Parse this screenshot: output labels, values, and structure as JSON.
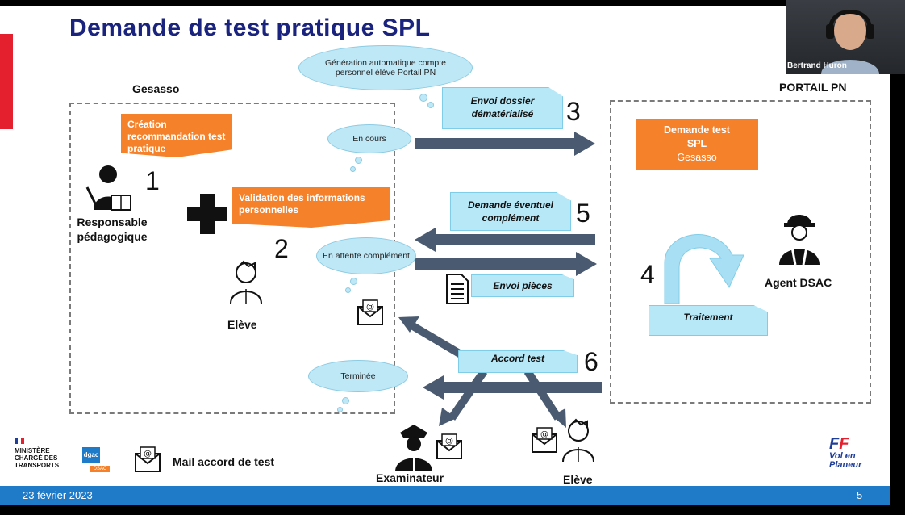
{
  "slide": {
    "title": "Demande de test pratique SPL",
    "gesasso_label": "Gesasso",
    "portail_label": "PORTAIL PN",
    "orange_boxes": {
      "creation": "Création recommandation test pratique",
      "validation": "Validation des informations personnelles",
      "demande_line1": "Demande test",
      "demande_line2": "SPL",
      "demande_line3": "Gesasso"
    },
    "clouds": {
      "generation": "Génération automatique compte personnel élève Portail PN",
      "en_cours": "En cours",
      "en_attente": "En attente complément",
      "terminee": "Terminée"
    },
    "steps": {
      "envoi_dossier": "Envoi dossier dématérialisé",
      "demande_complement": "Demande éventuel complément",
      "envoi_pieces": "Envoi pièces",
      "traitement": "Traitement",
      "accord_test": "Accord test"
    },
    "numbers": {
      "n1": "1",
      "n2": "2",
      "n3": "3",
      "n4": "4",
      "n5": "5",
      "n6": "6"
    },
    "people": {
      "responsable": "Responsable pédagogique",
      "eleve": "Elève",
      "agent": "Agent DSAC",
      "examinateur": "Examinateur",
      "eleve2": "Elève"
    },
    "legend": "Mail accord de test",
    "logos": {
      "ministere": "MINISTÈRE CHARGÉ DES TRANSPORTS",
      "dgac": "dgac",
      "dsac": "DSAC",
      "ffvp_line1": "Vol en",
      "ffvp_line2": "Planeur"
    },
    "footer": {
      "date": "23 février 2023",
      "page": "5"
    }
  },
  "webcam": {
    "name": "Bertrand Huron"
  },
  "colors": {
    "title": "#1a237e",
    "orange": "#f5822a",
    "cyan": "#b7e8f7",
    "arrow": "#4a5a70",
    "footer": "#1f7ac8",
    "red": "#e4202f"
  },
  "icons": [
    "person-icon",
    "student-icon",
    "plus-icon",
    "mail-icon",
    "document-icon",
    "worker-icon",
    "pilot-icon",
    "cycle-arrow-icon"
  ]
}
